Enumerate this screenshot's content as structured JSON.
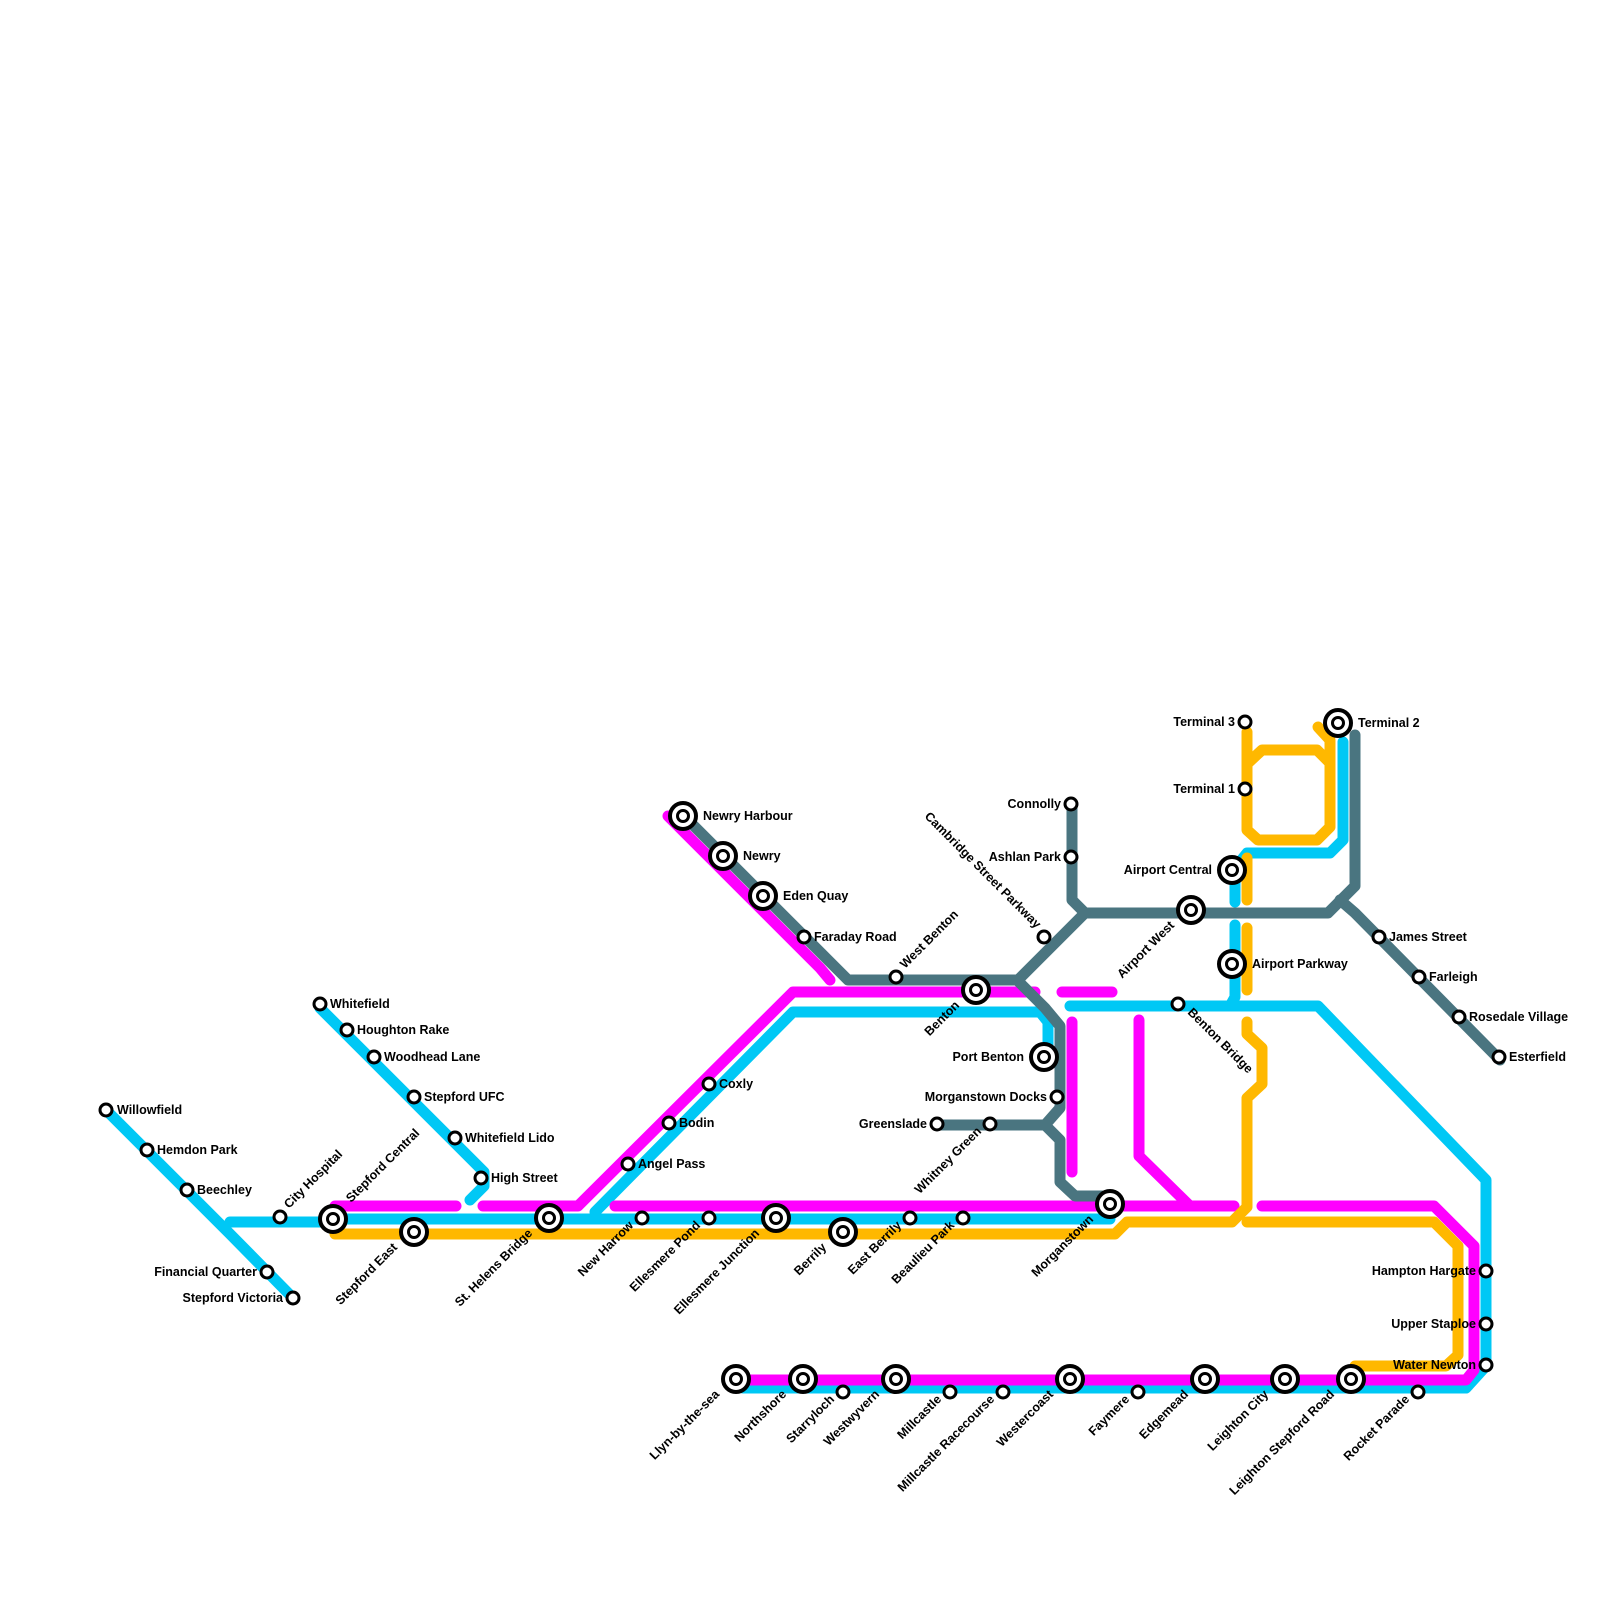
{
  "colors": {
    "cyan": "#00c8f5",
    "magenta": "#ff00ff",
    "yellow": "#ffb800",
    "slate": "#4a7580",
    "station_fill": "#ffffff",
    "station_stroke": "#000000"
  },
  "map": {
    "stations": [
      {
        "id": "willowfield",
        "name": "Willowfield",
        "type": "stop"
      },
      {
        "id": "hemdon-park",
        "name": "Hemdon Park",
        "type": "stop"
      },
      {
        "id": "beechley",
        "name": "Beechley",
        "type": "stop"
      },
      {
        "id": "financial-quarter",
        "name": "Financial Quarter",
        "type": "stop"
      },
      {
        "id": "stepford-victoria",
        "name": "Stepford Victoria",
        "type": "stop"
      },
      {
        "id": "city-hospital",
        "name": "City Hospital",
        "type": "stop"
      },
      {
        "id": "stepford-central",
        "name": "Stepford Central",
        "type": "interchange"
      },
      {
        "id": "stepford-east",
        "name": "Stepford East",
        "type": "interchange"
      },
      {
        "id": "whitefield",
        "name": "Whitefield",
        "type": "stop"
      },
      {
        "id": "houghton-rake",
        "name": "Houghton Rake",
        "type": "stop"
      },
      {
        "id": "woodhead-lane",
        "name": "Woodhead Lane",
        "type": "stop"
      },
      {
        "id": "stepford-ufc",
        "name": "Stepford UFC",
        "type": "stop"
      },
      {
        "id": "whitefield-lido",
        "name": "Whitefield Lido",
        "type": "stop"
      },
      {
        "id": "high-street",
        "name": "High Street",
        "type": "stop"
      },
      {
        "id": "st-helens-bridge",
        "name": "St. Helens Bridge",
        "type": "interchange"
      },
      {
        "id": "angel-pass",
        "name": "Angel Pass",
        "type": "stop"
      },
      {
        "id": "bodin",
        "name": "Bodin",
        "type": "stop"
      },
      {
        "id": "coxly",
        "name": "Coxly",
        "type": "stop"
      },
      {
        "id": "new-harrow",
        "name": "New Harrow",
        "type": "stop"
      },
      {
        "id": "ellesmere-pond",
        "name": "Ellesmere Pond",
        "type": "stop"
      },
      {
        "id": "ellesmere-junction",
        "name": "Ellesmere Junction",
        "type": "interchange"
      },
      {
        "id": "berrily",
        "name": "Berrily",
        "type": "interchange"
      },
      {
        "id": "east-berrily",
        "name": "East Berrily",
        "type": "stop"
      },
      {
        "id": "beaulieu-park",
        "name": "Beaulieu Park",
        "type": "stop"
      },
      {
        "id": "morganstown",
        "name": "Morganstown",
        "type": "interchange"
      },
      {
        "id": "newry-harbour",
        "name": "Newry Harbour",
        "type": "interchange"
      },
      {
        "id": "newry",
        "name": "Newry",
        "type": "interchange"
      },
      {
        "id": "eden-quay",
        "name": "Eden Quay",
        "type": "interchange"
      },
      {
        "id": "faraday-road",
        "name": "Faraday Road",
        "type": "stop"
      },
      {
        "id": "west-benton",
        "name": "West Benton",
        "type": "stop"
      },
      {
        "id": "benton",
        "name": "Benton",
        "type": "interchange"
      },
      {
        "id": "cambridge-street-parkway",
        "name": "Cambridge Street Parkway",
        "type": "stop"
      },
      {
        "id": "connolly",
        "name": "Connolly",
        "type": "stop"
      },
      {
        "id": "ashlan-park",
        "name": "Ashlan Park",
        "type": "stop"
      },
      {
        "id": "port-benton",
        "name": "Port Benton",
        "type": "interchange"
      },
      {
        "id": "morganstown-docks",
        "name": "Morganstown Docks",
        "type": "stop"
      },
      {
        "id": "greenslade",
        "name": "Greenslade",
        "type": "stop"
      },
      {
        "id": "whitney-green",
        "name": "Whitney Green",
        "type": "stop"
      },
      {
        "id": "airport-west",
        "name": "Airport West",
        "type": "interchange"
      },
      {
        "id": "benton-bridge",
        "name": "Benton Bridge",
        "type": "stop"
      },
      {
        "id": "airport-central",
        "name": "Airport Central",
        "type": "interchange"
      },
      {
        "id": "airport-parkway",
        "name": "Airport Parkway",
        "type": "interchange"
      },
      {
        "id": "terminal-3",
        "name": "Terminal 3",
        "type": "stop"
      },
      {
        "id": "terminal-1",
        "name": "Terminal 1",
        "type": "stop"
      },
      {
        "id": "terminal-2",
        "name": "Terminal 2",
        "type": "interchange"
      },
      {
        "id": "james-street",
        "name": "James Street",
        "type": "stop"
      },
      {
        "id": "farleigh",
        "name": "Farleigh",
        "type": "stop"
      },
      {
        "id": "rosedale-village",
        "name": "Rosedale Village",
        "type": "stop"
      },
      {
        "id": "esterfield",
        "name": "Esterfield",
        "type": "stop"
      },
      {
        "id": "hampton-hargate",
        "name": "Hampton Hargate",
        "type": "stop"
      },
      {
        "id": "upper-staploe",
        "name": "Upper Staploe",
        "type": "stop"
      },
      {
        "id": "water-newton",
        "name": "Water Newton",
        "type": "stop"
      },
      {
        "id": "llyn-by-the-sea",
        "name": "Llyn-by-the-sea",
        "type": "interchange"
      },
      {
        "id": "northshore",
        "name": "Northshore",
        "type": "interchange"
      },
      {
        "id": "starryloch",
        "name": "Starryloch",
        "type": "stop"
      },
      {
        "id": "westwyvern",
        "name": "Westwyvern",
        "type": "interchange"
      },
      {
        "id": "millcastle",
        "name": "Millcastle",
        "type": "stop"
      },
      {
        "id": "millcastle-racecourse",
        "name": "Millcastle Racecourse",
        "type": "stop"
      },
      {
        "id": "westercoast",
        "name": "Westercoast",
        "type": "interchange"
      },
      {
        "id": "faymere",
        "name": "Faymere",
        "type": "stop"
      },
      {
        "id": "edgemead",
        "name": "Edgemead",
        "type": "interchange"
      },
      {
        "id": "leighton-city",
        "name": "Leighton City",
        "type": "interchange"
      },
      {
        "id": "leighton-stepford-road",
        "name": "Leighton Stepford Road",
        "type": "interchange"
      },
      {
        "id": "rocket-parade",
        "name": "Rocket Parade",
        "type": "stop"
      }
    ]
  }
}
